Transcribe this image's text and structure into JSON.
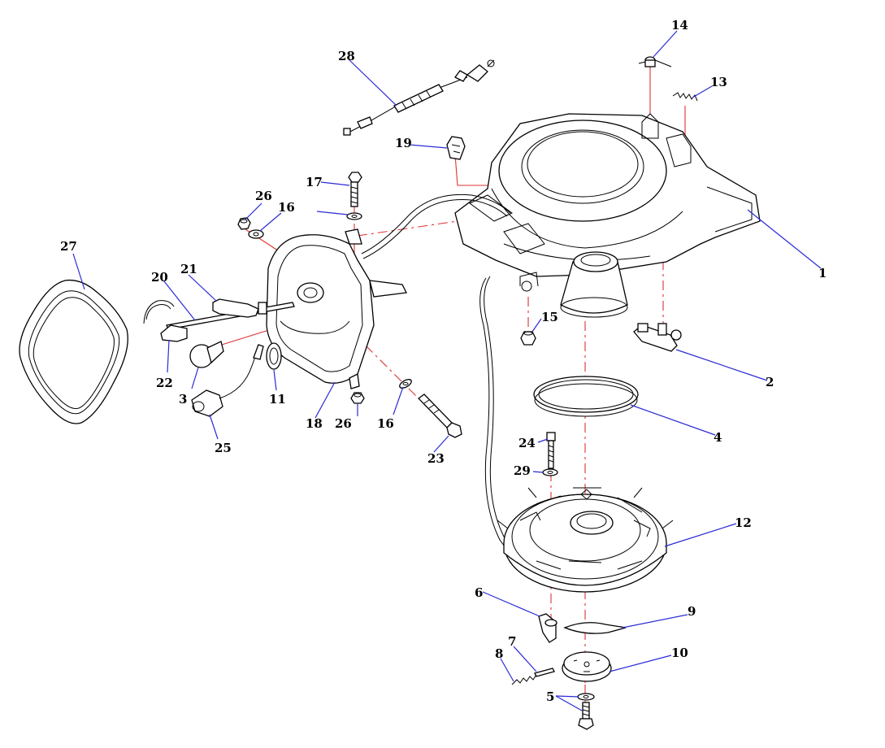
{
  "diagram": {
    "colors": {
      "leader": "#2a2ad6",
      "centerline": "#e03030",
      "line": "#000000"
    },
    "callouts": [
      {
        "id": "1",
        "text": "1"
      },
      {
        "id": "2",
        "text": "2"
      },
      {
        "id": "3",
        "text": "3"
      },
      {
        "id": "4",
        "text": "4"
      },
      {
        "id": "5",
        "text": "5"
      },
      {
        "id": "6",
        "text": "6"
      },
      {
        "id": "7",
        "text": "7"
      },
      {
        "id": "8",
        "text": "8"
      },
      {
        "id": "9",
        "text": "9"
      },
      {
        "id": "10",
        "text": "10"
      },
      {
        "id": "11",
        "text": "11"
      },
      {
        "id": "12",
        "text": "12"
      },
      {
        "id": "13",
        "text": "13"
      },
      {
        "id": "14",
        "text": "14"
      },
      {
        "id": "15",
        "text": "15"
      },
      {
        "id": "16a",
        "text": "16"
      },
      {
        "id": "16b",
        "text": "16"
      },
      {
        "id": "17",
        "text": "17"
      },
      {
        "id": "18",
        "text": "18"
      },
      {
        "id": "19",
        "text": "19"
      },
      {
        "id": "20",
        "text": "20"
      },
      {
        "id": "21",
        "text": "21"
      },
      {
        "id": "22",
        "text": "22"
      },
      {
        "id": "23",
        "text": "23"
      },
      {
        "id": "24",
        "text": "24"
      },
      {
        "id": "25",
        "text": "25"
      },
      {
        "id": "26a",
        "text": "26"
      },
      {
        "id": "26b",
        "text": "26"
      },
      {
        "id": "27",
        "text": "27"
      },
      {
        "id": "28",
        "text": "28"
      },
      {
        "id": "29",
        "text": "29"
      }
    ]
  }
}
